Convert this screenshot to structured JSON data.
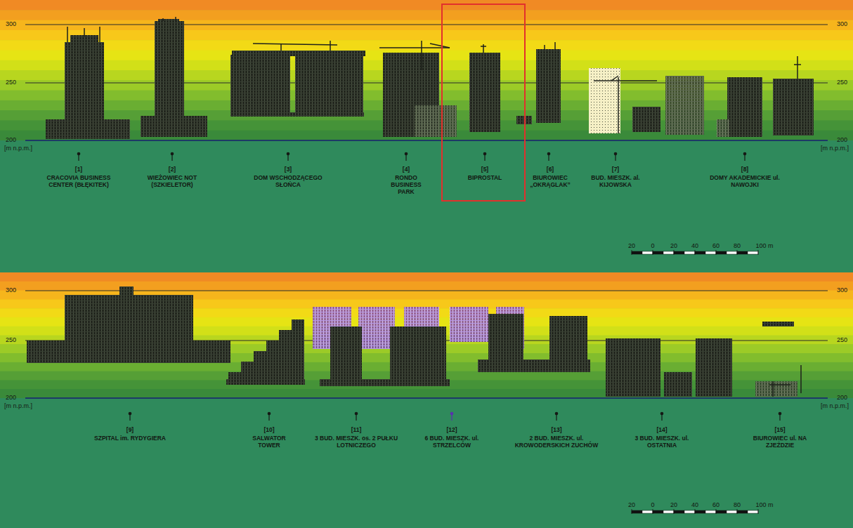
{
  "diagram": {
    "nodes": [
      {
        "text": [
          "[5]",
          "BIPROSTAL"
        ]
      }
    ],
    "labels": [
      "300",
      "300",
      "250",
      "250",
      "200",
      "200",
      "[m n.p.m.]",
      "[m n.p.m.]",
      "[1]",
      "CRACOVIA BUSINESS CENTER (BŁĘKITEK)",
      "[2]",
      "WIEŻOWIEC NOT (SZKIELETOR)",
      "[3]",
      "DOM WSCHODZĄCEGO SŁOŃCA",
      "[4]",
      "RONDO BUSINESS PARK",
      "[6]",
      "BIUROWIEC „OKRĄGLAK”",
      "[7]",
      "BUD. MIESZK. al. KIJOWSKA",
      "[8]",
      "DOMY AKADEMICKIE ul. NAWOJKI",
      "20",
      "0",
      "20",
      "40",
      "60",
      "80",
      "100 m",
      "300",
      "300",
      "250",
      "250",
      "200",
      "200",
      "[m n.p.m.]",
      "[m n.p.m.]",
      "[9]",
      "SZPITAL im. RYDYGIERA",
      "[10]",
      "SALWATOR TOWER",
      "[11]",
      "3 BUD. MIESZK. os. 2 PUŁKU LOTNICZEGO",
      "[12]",
      "6 BUD. MIESZK. ul. STRZELCÓW",
      "[13]",
      "2 BUD. MIESZK. ul. KROWODERSKICH ZUCHÓW",
      "[14]",
      "3 BUD. MIESZK. ul. OSTATNIA",
      "[15]",
      "BIUROWIEC ul. NA ZJEŹDZIE",
      "20",
      "0",
      "20",
      "40",
      "60",
      "80",
      "100 m"
    ]
  }
}
